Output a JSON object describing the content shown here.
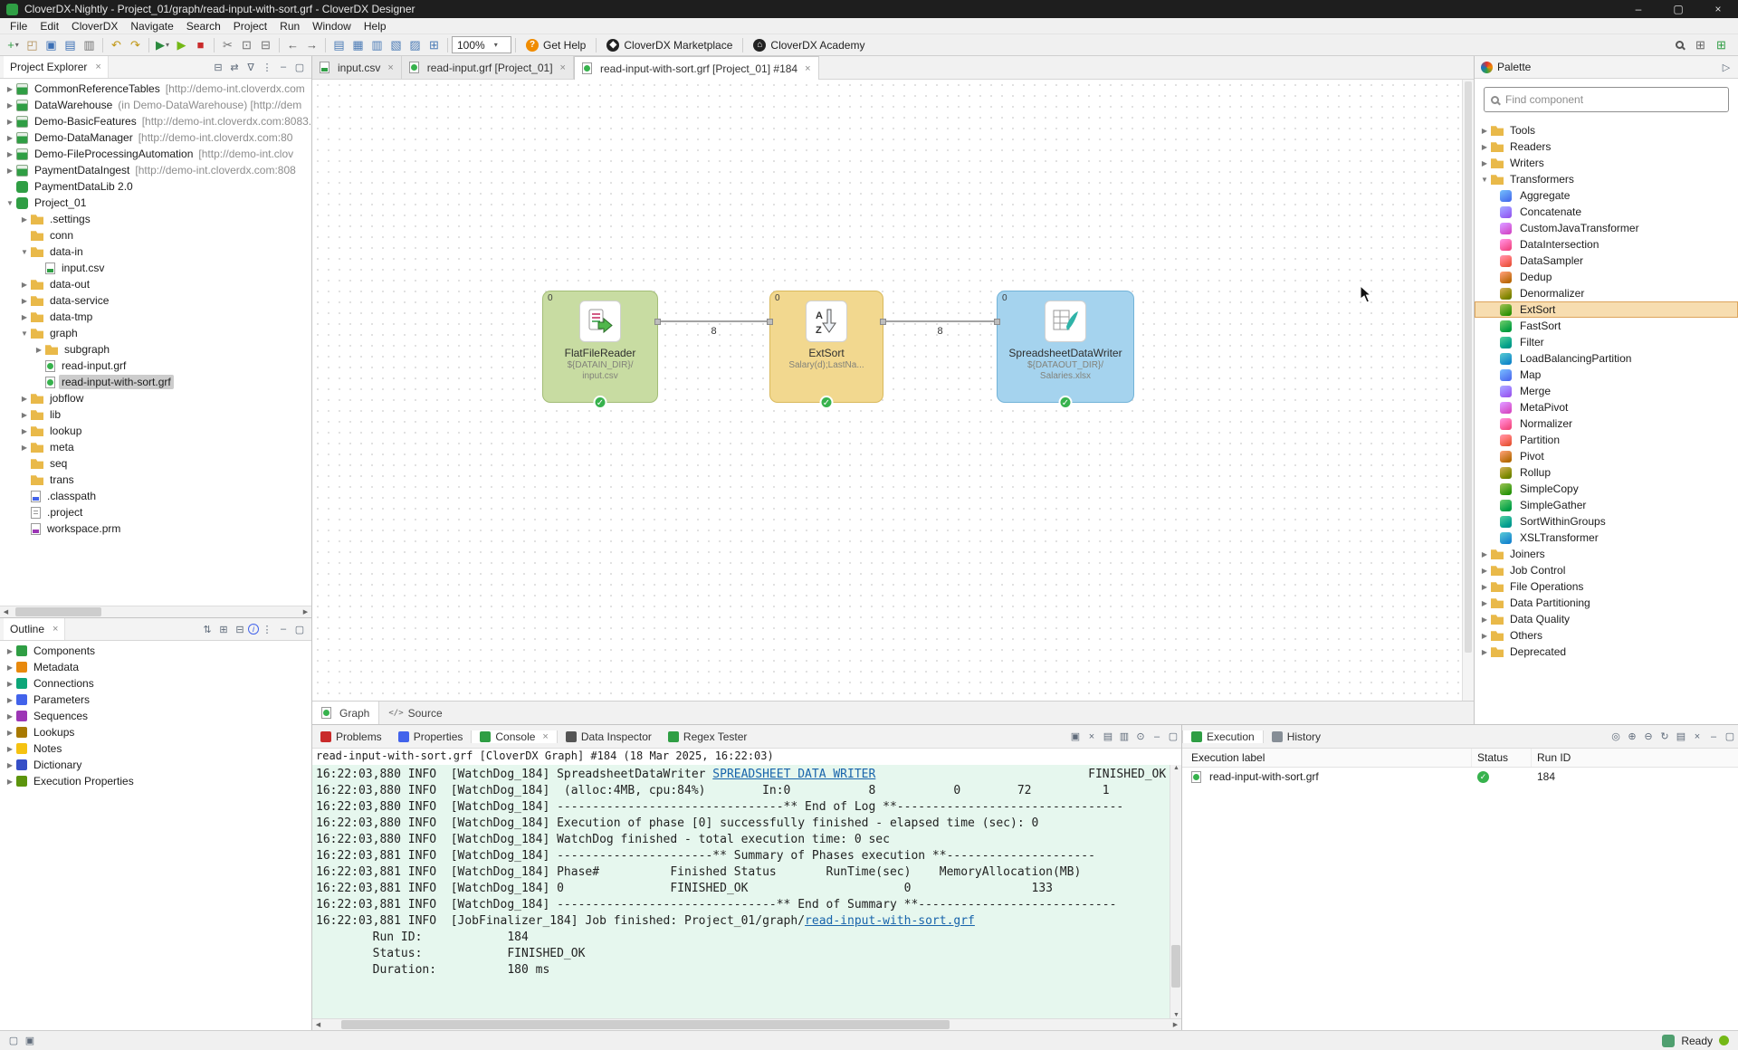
{
  "window": {
    "title": "CloverDX-Nightly - Project_01/graph/read-input-with-sort.grf - CloverDX Designer",
    "controls": {
      "minimize": "–",
      "maximize": "▢",
      "close": "×"
    }
  },
  "menu": {
    "items": [
      "File",
      "Edit",
      "CloverDX",
      "Navigate",
      "Search",
      "Project",
      "Run",
      "Window",
      "Help"
    ]
  },
  "toolbar": {
    "zoom_value": "100%",
    "groups": [
      [
        {
          "name": "new-wizard",
          "glyph": "+",
          "color": "#2f9e44",
          "dropdown": true
        },
        {
          "name": "open-file",
          "glyph": "◰",
          "color": "#b08d55"
        },
        {
          "name": "save",
          "glyph": "▣",
          "color": "#3b6fb5"
        },
        {
          "name": "save-all",
          "glyph": "▤",
          "color": "#3b6fb5"
        },
        {
          "name": "print",
          "glyph": "▥",
          "color": "#707070"
        }
      ],
      [
        {
          "name": "undo",
          "glyph": "↶",
          "color": "#c09612"
        },
        {
          "name": "redo",
          "glyph": "↷",
          "color": "#c09612"
        }
      ],
      [
        {
          "name": "run-graph",
          "glyph": "▶",
          "color": "#2b8a3e",
          "dropdown": true
        },
        {
          "name": "run-configurations",
          "glyph": "▶",
          "color": "#74b816"
        },
        {
          "name": "stop",
          "glyph": "■",
          "color": "#c92a2a"
        }
      ],
      [
        {
          "name": "cut",
          "glyph": "✂",
          "color": "#707070"
        },
        {
          "name": "copy",
          "glyph": "⊡",
          "color": "#707070"
        },
        {
          "name": "paste",
          "glyph": "⊟",
          "color": "#707070"
        }
      ],
      [
        {
          "name": "back",
          "glyph": "←",
          "color": "#555555"
        },
        {
          "name": "forward",
          "glyph": "→",
          "color": "#555555"
        }
      ],
      [
        {
          "name": "align-left",
          "glyph": "▤",
          "color": "#4a7ab5"
        },
        {
          "name": "align-middle",
          "glyph": "▦",
          "color": "#4a7ab5"
        },
        {
          "name": "align-right",
          "glyph": "▥",
          "color": "#4a7ab5"
        },
        {
          "name": "distribute-horizontal",
          "glyph": "▧",
          "color": "#4a7ab5"
        },
        {
          "name": "distribute-vertical",
          "glyph": "▨",
          "color": "#4a7ab5"
        },
        {
          "name": "toggle-grid",
          "glyph": "⊞",
          "color": "#4a7ab5"
        }
      ]
    ],
    "labeled": [
      {
        "name": "get-help",
        "label": "Get Help",
        "badge": "?",
        "badge_color": "#f08c00"
      },
      {
        "name": "cloverdx-marketplace",
        "label": "CloverDX Marketplace",
        "badge": "◆",
        "badge_color": "#222222"
      },
      {
        "name": "cloverdx-academy",
        "label": "CloverDX Academy",
        "badge": "⌂",
        "badge_color": "#222222"
      }
    ],
    "right_icons": [
      {
        "name": "search",
        "glyph": "",
        "color": "#555555"
      },
      {
        "name": "open-perspective",
        "glyph": "⊞",
        "color": "#666666"
      },
      {
        "name": "cloverdx-perspective",
        "glyph": "⊞",
        "color": "#2f9e44"
      }
    ]
  },
  "project_explorer": {
    "title": "Project Explorer",
    "header_icons": [
      "collapse-all",
      "link-with-editor",
      "filter",
      "view-menu",
      "minimize",
      "maximize"
    ],
    "items": [
      {
        "indent": 0,
        "arrow": "right",
        "icon": "server",
        "label": "CommonReferenceTables",
        "suffix": "[http://demo-int.cloverdx.com"
      },
      {
        "indent": 0,
        "arrow": "right",
        "icon": "server",
        "label": "DataWarehouse",
        "suffix": "(in Demo-DataWarehouse) [http://dem"
      },
      {
        "indent": 0,
        "arrow": "right",
        "icon": "server",
        "label": "Demo-BasicFeatures",
        "suffix": "[http://demo-int.cloverdx.com:8083."
      },
      {
        "indent": 0,
        "arrow": "right",
        "icon": "server",
        "label": "Demo-DataManager",
        "suffix": "[http://demo-int.cloverdx.com:80"
      },
      {
        "indent": 0,
        "arrow": "right",
        "icon": "server",
        "label": "Demo-FileProcessingAutomation",
        "suffix": "[http://demo-int.clov"
      },
      {
        "indent": 0,
        "arrow": "right",
        "icon": "server",
        "label": "PaymentDataIngest",
        "suffix": "[http://demo-int.cloverdx.com:808"
      },
      {
        "indent": 0,
        "arrow": "none",
        "icon": "clover",
        "label": "PaymentDataLib 2.0",
        "suffix": ""
      },
      {
        "indent": 0,
        "arrow": "down",
        "icon": "clover",
        "label": "Project_01",
        "suffix": ""
      },
      {
        "indent": 1,
        "arrow": "right",
        "icon": "folder",
        "label": ".settings",
        "suffix": ""
      },
      {
        "indent": 1,
        "arrow": "none",
        "icon": "folder",
        "label": "conn",
        "suffix": ""
      },
      {
        "indent": 1,
        "arrow": "down",
        "icon": "folder",
        "label": "data-in",
        "suffix": ""
      },
      {
        "indent": 2,
        "arrow": "none",
        "icon": "csv",
        "label": "input.csv",
        "suffix": ""
      },
      {
        "indent": 1,
        "arrow": "right",
        "icon": "folder",
        "label": "data-out",
        "suffix": ""
      },
      {
        "indent": 1,
        "arrow": "right",
        "icon": "folder",
        "label": "data-service",
        "suffix": ""
      },
      {
        "indent": 1,
        "arrow": "right",
        "icon": "folder",
        "label": "data-tmp",
        "suffix": ""
      },
      {
        "indent": 1,
        "arrow": "down",
        "icon": "folder",
        "label": "graph",
        "suffix": ""
      },
      {
        "indent": 2,
        "arrow": "right",
        "icon": "folder",
        "label": "subgraph",
        "suffix": ""
      },
      {
        "indent": 2,
        "arrow": "none",
        "icon": "graph",
        "label": "read-input.grf",
        "suffix": ""
      },
      {
        "indent": 2,
        "arrow": "none",
        "icon": "graph",
        "label": "read-input-with-sort.grf",
        "suffix": "",
        "selected": true
      },
      {
        "indent": 1,
        "arrow": "right",
        "icon": "folder",
        "label": "jobflow",
        "suffix": ""
      },
      {
        "indent": 1,
        "arrow": "right",
        "icon": "folder",
        "label": "lib",
        "suffix": ""
      },
      {
        "indent": 1,
        "arrow": "right",
        "icon": "folder",
        "label": "lookup",
        "suffix": ""
      },
      {
        "indent": 1,
        "arrow": "right",
        "icon": "folder",
        "label": "meta",
        "suffix": ""
      },
      {
        "indent": 1,
        "arrow": "none",
        "icon": "folder",
        "label": "seq",
        "suffix": ""
      },
      {
        "indent": 1,
        "arrow": "none",
        "icon": "folder",
        "label": "trans",
        "suffix": ""
      },
      {
        "indent": 1,
        "arrow": "none",
        "icon": "xml",
        "label": ".classpath",
        "suffix": ""
      },
      {
        "indent": 1,
        "arrow": "none",
        "icon": "file",
        "label": ".project",
        "suffix": ""
      },
      {
        "indent": 1,
        "arrow": "none",
        "icon": "prm",
        "label": "workspace.prm",
        "suffix": ""
      }
    ]
  },
  "outline": {
    "title": "Outline",
    "header_icons": [
      "sort",
      "expand-all",
      "collapse-all",
      "info",
      "view-menu",
      "minimize",
      "maximize"
    ],
    "items": [
      {
        "label": "Components",
        "color": "#2f9e44"
      },
      {
        "label": "Metadata",
        "color": "#e8890c"
      },
      {
        "label": "Connections",
        "color": "#0ca678"
      },
      {
        "label": "Parameters",
        "color": "#4263eb"
      },
      {
        "label": "Sequences",
        "color": "#9c36b5"
      },
      {
        "label": "Lookups",
        "color": "#a87900"
      },
      {
        "label": "Notes",
        "color": "#f5c211"
      },
      {
        "label": "Dictionary",
        "color": "#364fc7"
      },
      {
        "label": "Execution Properties",
        "color": "#5c940d"
      }
    ]
  },
  "editor": {
    "tabs": [
      {
        "label": "input.csv",
        "icon": "csv",
        "active": false
      },
      {
        "label": "read-input.grf [Project_01]",
        "icon": "graph",
        "active": false
      },
      {
        "label": "read-input-with-sort.grf [Project_01] #184",
        "icon": "graph",
        "active": true
      }
    ],
    "view_tabs": [
      {
        "label": "Graph",
        "icon": "graph",
        "active": true
      },
      {
        "label": "Source",
        "icon": "source",
        "active": false
      }
    ]
  },
  "canvas": {
    "components": [
      {
        "name": "FlatFileReader",
        "sub1": "${DATAIN_DIR}/",
        "sub2": "input.csv",
        "color": "#c8dca2",
        "border": "#a3bd77",
        "port_label": "0",
        "icon": "flat-file-reader",
        "status": "ok"
      },
      {
        "name": "ExtSort",
        "sub1": "Salary(d);LastNa...",
        "sub2": "",
        "color": "#f2d88f",
        "border": "#d9b95c",
        "port_label": "0",
        "icon": "ext-sort",
        "status": "ok"
      },
      {
        "name": "SpreadsheetDataWriter",
        "sub1": "${DATAOUT_DIR}/",
        "sub2": "Salaries.xlsx",
        "color": "#a5d3ee",
        "border": "#72b3d8",
        "port_label": "0",
        "icon": "spreadsheet-data-writer",
        "status": "ok"
      }
    ],
    "edges": [
      {
        "count": "8"
      },
      {
        "count": "8"
      }
    ]
  },
  "palette": {
    "title": "Palette",
    "search_placeholder": "Find component",
    "groups": [
      {
        "label": "Tools",
        "expanded": false,
        "items": []
      },
      {
        "label": "Readers",
        "expanded": false,
        "items": []
      },
      {
        "label": "Writers",
        "expanded": false,
        "items": []
      },
      {
        "label": "Transformers",
        "expanded": true,
        "selected_item": "ExtSort",
        "items": [
          "Aggregate",
          "Concatenate",
          "CustomJavaTransformer",
          "DataIntersection",
          "DataSampler",
          "Dedup",
          "Denormalizer",
          "ExtSort",
          "FastSort",
          "Filter",
          "LoadBalancingPartition",
          "Map",
          "Merge",
          "MetaPivot",
          "Normalizer",
          "Partition",
          "Pivot",
          "Rollup",
          "SimpleCopy",
          "SimpleGather",
          "SortWithinGroups",
          "XSLTransformer"
        ]
      },
      {
        "label": "Joiners",
        "expanded": false,
        "items": []
      },
      {
        "label": "Job Control",
        "expanded": false,
        "items": []
      },
      {
        "label": "File Operations",
        "expanded": false,
        "items": []
      },
      {
        "label": "Data Partitioning",
        "expanded": false,
        "items": []
      },
      {
        "label": "Data Quality",
        "expanded": false,
        "items": []
      },
      {
        "label": "Others",
        "expanded": false,
        "items": []
      },
      {
        "label": "Deprecated",
        "expanded": false,
        "items": []
      }
    ]
  },
  "bottom": {
    "tabs": [
      {
        "label": "Problems",
        "icon_color": "#c92a2a",
        "active": false,
        "closable": false
      },
      {
        "label": "Properties",
        "icon_color": "#4263eb",
        "active": false,
        "closable": false
      },
      {
        "label": "Console",
        "icon_color": "#2f9e44",
        "active": true,
        "closable": true
      },
      {
        "label": "Data Inspector",
        "icon_color": "#555555",
        "active": false,
        "closable": false
      },
      {
        "label": "Regex Tester",
        "icon_color": "#2f9e44",
        "active": false,
        "closable": false
      }
    ],
    "toolbar_icons": [
      "lock-scroll",
      "clear-console",
      "display-selected-console",
      "open-console",
      "pin-console",
      "minimize",
      "maximize"
    ],
    "console": {
      "header": "read-input-with-sort.grf [CloverDX Graph] #184 (18 Mar 2025, 16:22:03)",
      "lines": [
        {
          "pre": "16:22:03,880 INFO  [WatchDog_184] SpreadsheetDataWriter ",
          "link": "SPREADSHEET DATA WRITER",
          "post": "                              FINISHED_OK"
        },
        {
          "pre": "16:22:03,880 INFO  [WatchDog_184]  (alloc:4MB, cpu:84%)        In:0           8           0        72          1"
        },
        {
          "pre": "16:22:03,880 INFO  [WatchDog_184] --------------------------------** End of Log **--------------------------------"
        },
        {
          "pre": "16:22:03,880 INFO  [WatchDog_184] Execution of phase [0] successfully finished - elapsed time (sec): 0"
        },
        {
          "pre": "16:22:03,880 INFO  [WatchDog_184] WatchDog finished - total execution time: 0 sec"
        },
        {
          "pre": "16:22:03,881 INFO  [WatchDog_184] ----------------------** Summary of Phases execution **---------------------"
        },
        {
          "pre": "16:22:03,881 INFO  [WatchDog_184] Phase#          Finished Status       RunTime(sec)    MemoryAllocation(MB)"
        },
        {
          "pre": "16:22:03,881 INFO  [WatchDog_184] 0               FINISHED_OK                      0                 133"
        },
        {
          "pre": "16:22:03,881 INFO  [WatchDog_184] -------------------------------** End of Summary **----------------------------"
        },
        {
          "pre": "16:22:03,881 INFO  [JobFinalizer_184] Job finished: Project_01/graph/",
          "link": "read-input-with-sort.grf",
          "post": ""
        },
        {
          "pre": "        Run ID:            184"
        },
        {
          "pre": "        Status:            FINISHED_OK"
        },
        {
          "pre": "        Duration:          180 ms"
        }
      ]
    }
  },
  "execution": {
    "tabs": [
      {
        "label": "Execution",
        "active": true
      },
      {
        "label": "History",
        "active": false
      }
    ],
    "toolbar_icons": [
      "target",
      "add",
      "remove",
      "refresh",
      "log",
      "clear",
      "minimize",
      "maximize"
    ],
    "columns": {
      "label": "Execution label",
      "status": "Status",
      "run_id": "Run ID"
    },
    "rows": [
      {
        "label": "read-input-with-sort.grf",
        "status": "ok",
        "run_id": "184"
      }
    ]
  },
  "status_bar": {
    "ready_label": "Ready"
  }
}
